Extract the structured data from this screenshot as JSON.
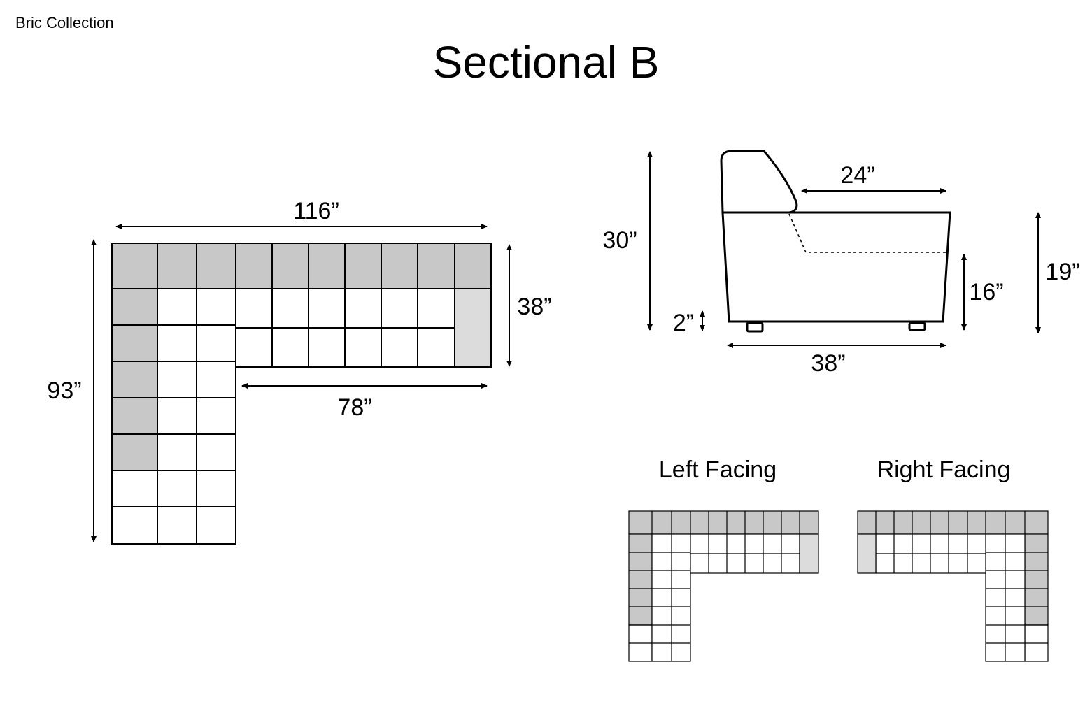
{
  "header": {
    "collection": "Bric Collection",
    "title": "Sectional B"
  },
  "top_view": {
    "width_label": "116”",
    "depth_label": "93”",
    "arm_depth_label": "38”",
    "inner_width_label": "78”"
  },
  "side_view": {
    "height_label": "30”",
    "seat_depth_label": "24”",
    "arm_height_label": "19”",
    "seat_height_label": "16”",
    "leg_height_label": "2”",
    "depth_label": "38”"
  },
  "configurations": {
    "left_label": "Left Facing",
    "right_label": "Right Facing"
  },
  "colors": {
    "back_cushion": "#c8c8c8",
    "arm": "#dcdcdc",
    "seat": "#ffffff",
    "line": "#000000"
  }
}
